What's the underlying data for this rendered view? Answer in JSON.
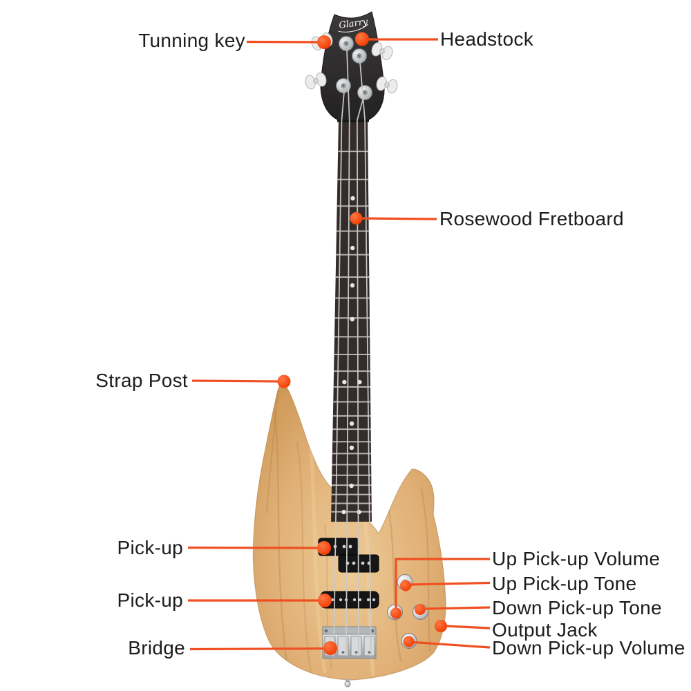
{
  "diagram": {
    "subject": "electric bass guitar parts diagram",
    "logo": "Glarry",
    "colors": {
      "background": "#ffffff",
      "callout_line": "#f04f21",
      "callout_dot": "#f13a00",
      "label_text": "#1c1c1c",
      "body_wood": "#dfae72",
      "headstock": "#2e2c2d",
      "fretboard": "#342c2a",
      "hardware_chrome": "#c7cacc"
    },
    "labels": {
      "tuning_key": "Tunning key",
      "headstock": "Headstock",
      "rosewood_fretboard": "Rosewood Fretboard",
      "strap_post": "Strap Post",
      "pickup_up": "Pick-up",
      "pickup_down": "Pick-up",
      "bridge": "Bridge",
      "up_pickup_volume": "Up Pick-up Volume",
      "up_pickup_tone": "Up Pick-up Tone",
      "down_pickup_tone": "Down Pick-up Tone",
      "output_jack": "Output Jack",
      "down_pickup_volume": "Down Pick-up Volume"
    }
  }
}
